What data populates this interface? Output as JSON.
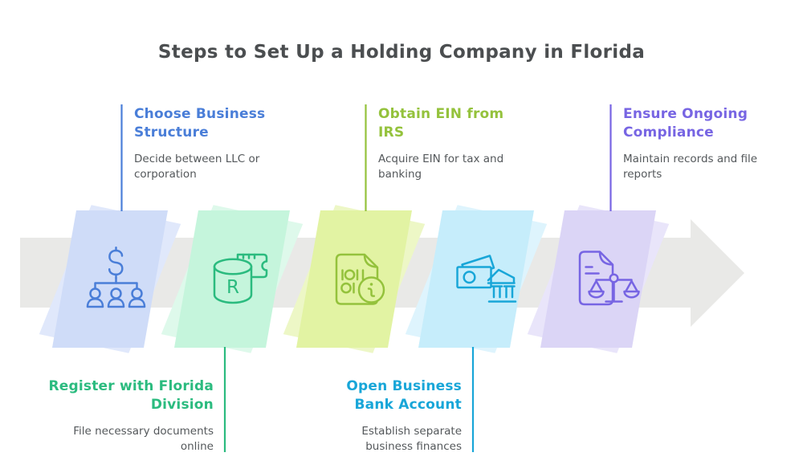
{
  "title": "Steps to Set Up a Holding Company in Florida",
  "title_color": "#4b4e50",
  "background_color": "#ffffff",
  "description_color": "#54585b",
  "arrow": {
    "color": "#e9e9e7",
    "direction": "right"
  },
  "steps": [
    {
      "heading": "Choose Business Structure",
      "description": "Decide between LLC or corporation",
      "accent": "#4a7ed8",
      "panel_color": "#cfdcf8",
      "panel_light": "#e0e8fb",
      "icon": "dollar-org-chart-icon",
      "label_position": "top"
    },
    {
      "heading": "Register with Florida Division",
      "description": "File necessary documents online",
      "accent": "#2bbb7f",
      "panel_color": "#c5f5dc",
      "panel_light": "#def9eb",
      "icon": "registry-database-ticket-icon",
      "icon_letter": "R",
      "label_position": "bottom"
    },
    {
      "heading": "Obtain EIN from IRS",
      "description": "Acquire EIN for tax and banking",
      "accent": "#94c23c",
      "panel_color": "#e2f3a3",
      "panel_light": "#edf7c6",
      "icon": "binary-document-info-icon",
      "icon_digits": "1011 01",
      "label_position": "top"
    },
    {
      "heading": "Open Business Bank Account",
      "description": "Establish separate business finances",
      "accent": "#18a6d8",
      "panel_color": "#c6edfb",
      "panel_light": "#def4fd",
      "icon": "cash-bank-icon",
      "label_position": "bottom"
    },
    {
      "heading": "Ensure Ongoing Compliance",
      "description": "Maintain records and file reports",
      "accent": "#7765e3",
      "panel_color": "#dbd5f6",
      "panel_light": "#e9e5fa",
      "icon": "document-scales-icon",
      "label_position": "top"
    }
  ]
}
